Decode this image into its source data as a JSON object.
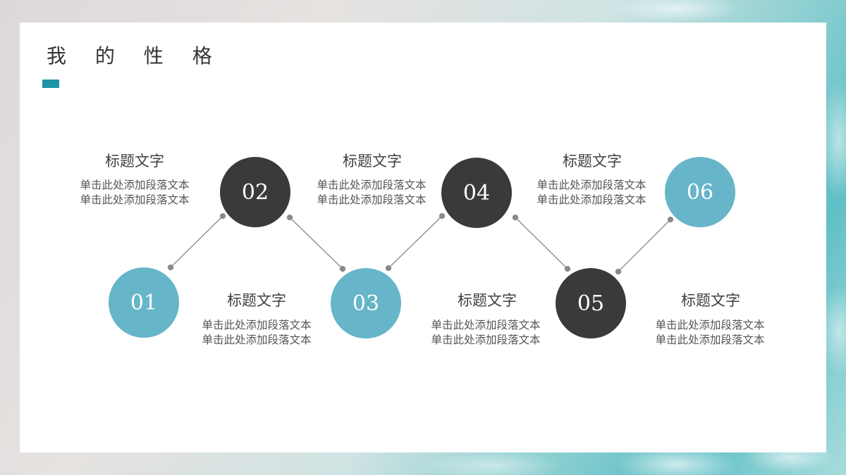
{
  "page": {
    "title": "我 的 性 格",
    "accent_color": "#1f93a7"
  },
  "colors": {
    "teal": "#66b5c9",
    "dark": "#3a3a3a",
    "connector": "#8a8a8a"
  },
  "items": [
    {
      "number": "01",
      "title": "标题文字",
      "desc1": "单击此处添加段落文本",
      "desc2": "单击此处添加段落文本",
      "style": "teal"
    },
    {
      "number": "02",
      "title": "标题文字",
      "desc1": "单击此处添加段落文本",
      "desc2": "单击此处添加段落文本",
      "style": "dark"
    },
    {
      "number": "03",
      "title": "标题文字",
      "desc1": "单击此处添加段落文本",
      "desc2": "单击此处添加段落文本",
      "style": "teal"
    },
    {
      "number": "04",
      "title": "标题文字",
      "desc1": "单击此处添加段落文本",
      "desc2": "单击此处添加段落文本",
      "style": "dark"
    },
    {
      "number": "05",
      "title": "标题文字",
      "desc1": "单击此处添加段落文本",
      "desc2": "单击此处添加段落文本",
      "style": "dark"
    },
    {
      "number": "06",
      "title": "标题文字",
      "desc1": "单击此处添加段落文本",
      "desc2": "单击此处添加段落文本",
      "style": "teal"
    }
  ]
}
